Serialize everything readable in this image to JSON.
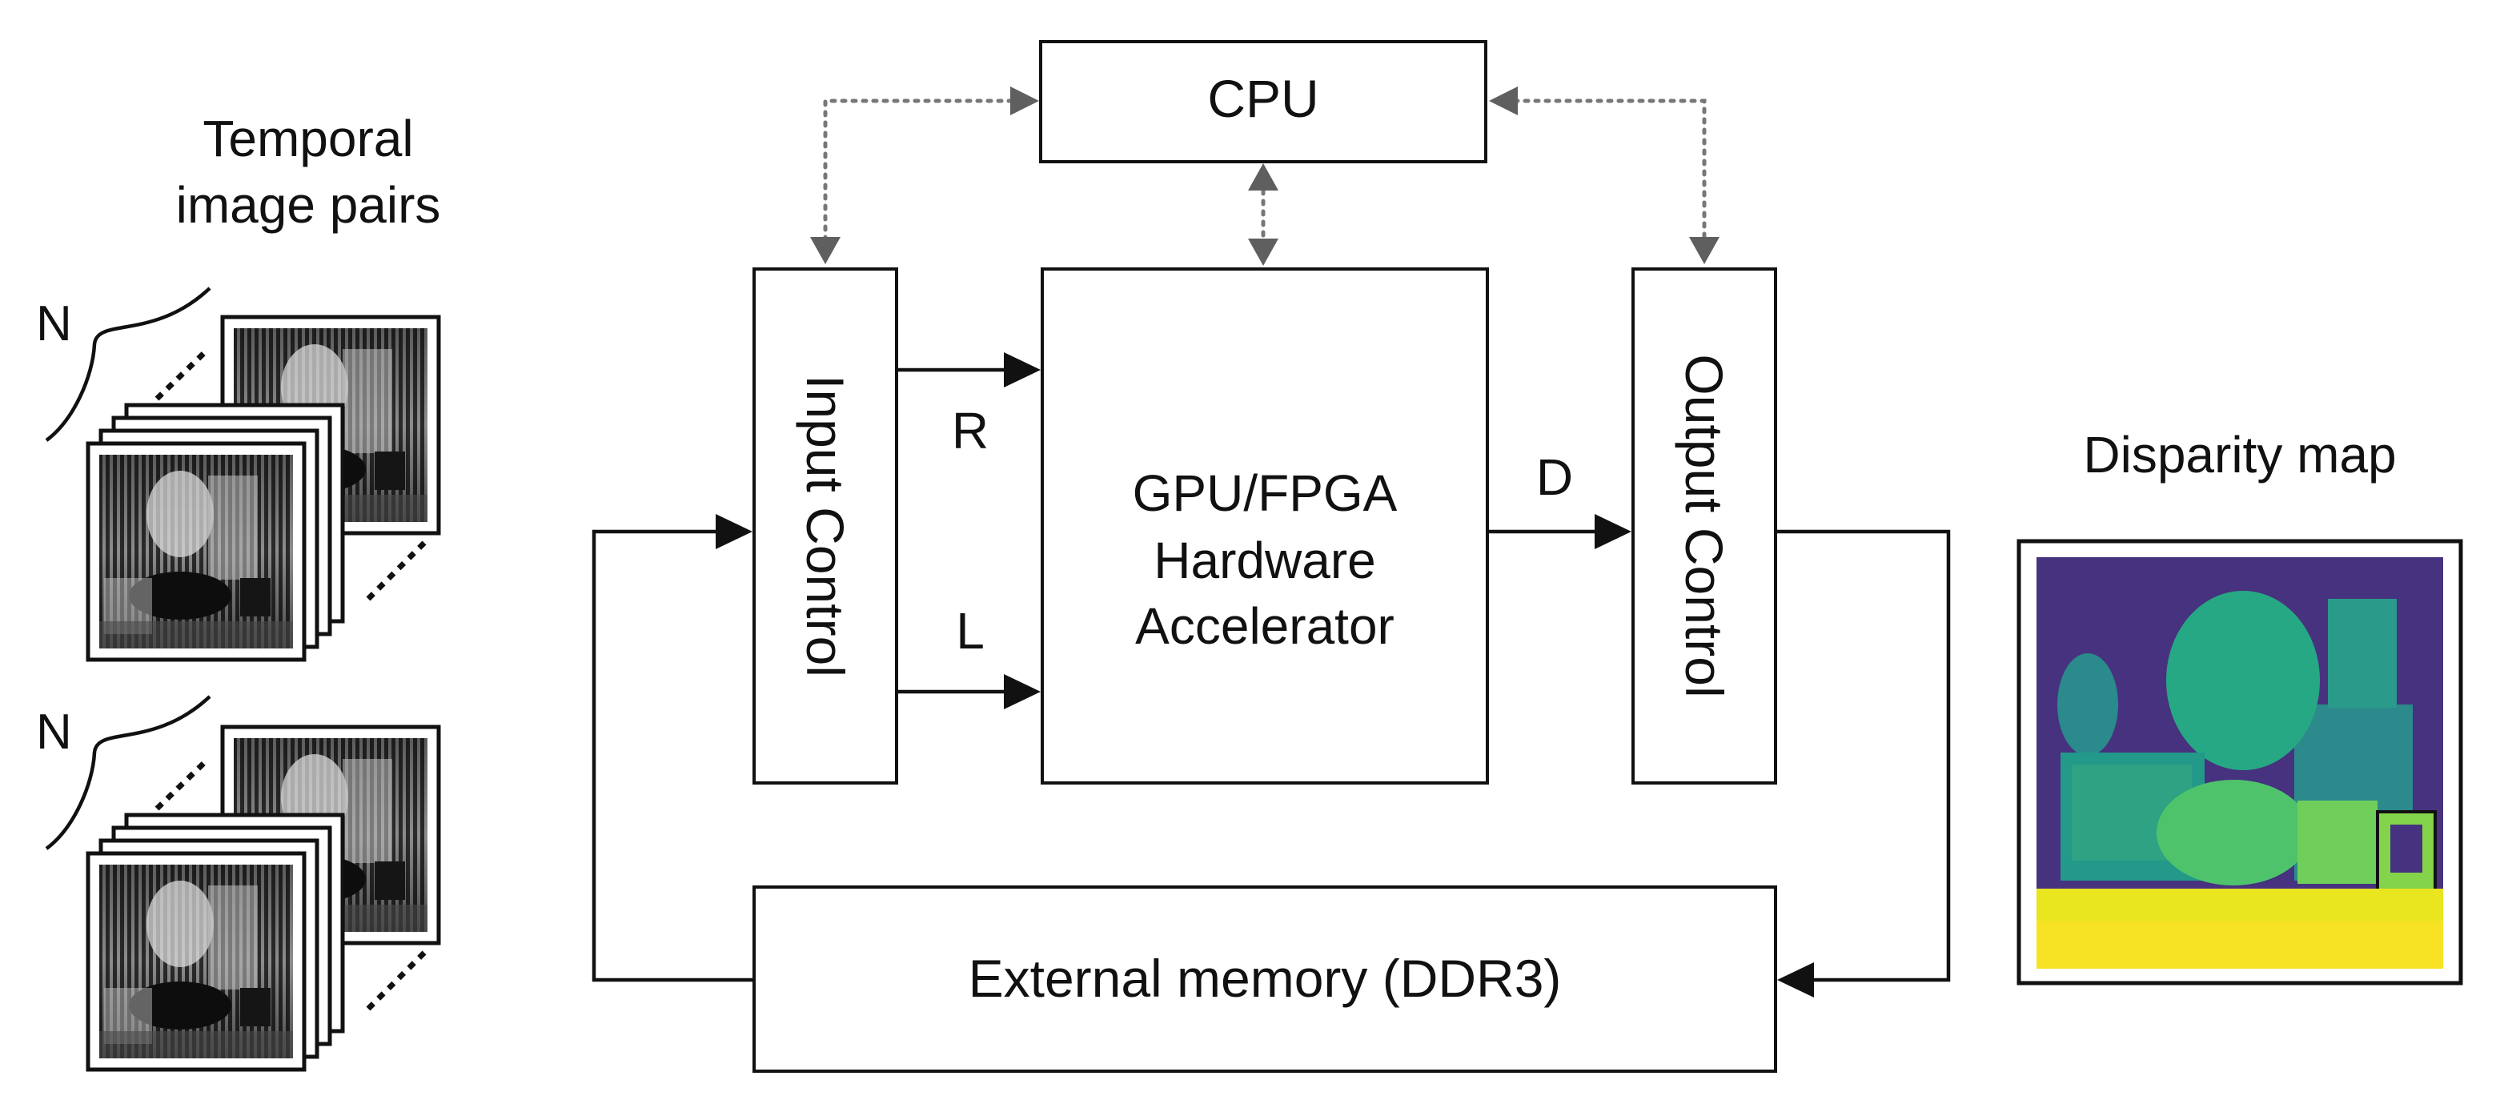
{
  "left_panel": {
    "title_line1": "Temporal",
    "title_line2": "image pairs",
    "stacks": [
      {
        "count_label": "N"
      },
      {
        "count_label": "N"
      }
    ]
  },
  "blocks": {
    "cpu": "CPU",
    "input_control": "Input Control",
    "accelerator_line1": "GPU/FPGA",
    "accelerator_line2": "Hardware",
    "accelerator_line3": "Accelerator",
    "output_control": "Output Control",
    "memory": "External memory (DDR3)"
  },
  "signals": {
    "right": "R",
    "left": "L",
    "disparity": "D"
  },
  "right_panel": {
    "title": "Disparity map"
  },
  "colors": {
    "stroke": "#111111",
    "control_link": "#777777",
    "disparity_far": "#46327e",
    "disparity_mid": "#21918c",
    "disparity_near": "#fde725"
  }
}
